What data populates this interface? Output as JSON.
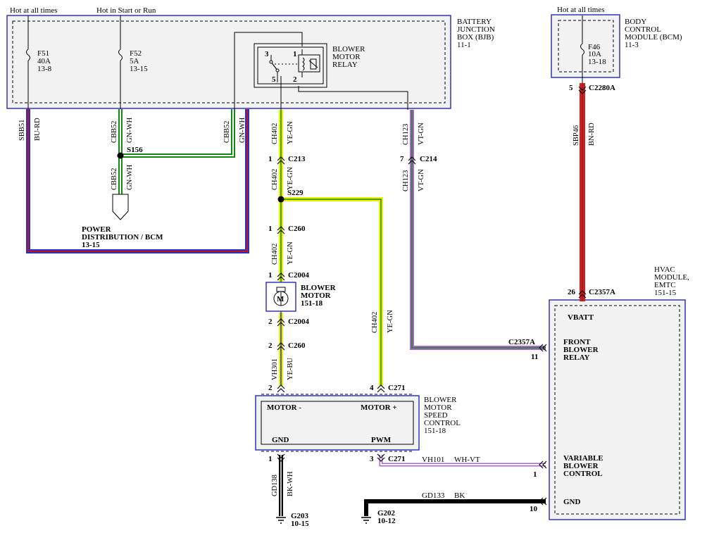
{
  "supplies": {
    "hot_at_all_times_1": "Hot at all times",
    "hot_in_start_or_run": "Hot in Start or Run",
    "hot_at_all_times_2": "Hot at all times"
  },
  "bjb": {
    "title_1": "BATTERY",
    "title_2": "JUNCTION",
    "title_3": "BOX (BJB)",
    "ref": "11-1",
    "fuse_f51": {
      "name": "F51",
      "rating": "40A",
      "ref": "13-8"
    },
    "fuse_f52": {
      "name": "F52",
      "rating": "5A",
      "ref": "13-15"
    }
  },
  "relay": {
    "title_1": "BLOWER",
    "title_2": "MOTOR",
    "title_3": "RELAY",
    "pin1": "1",
    "pin2": "2",
    "pin3": "3",
    "pin5": "5"
  },
  "bcm": {
    "title_1": "BODY",
    "title_2": "CONTROL",
    "title_3": "MODULE (BCM)",
    "ref": "11-3",
    "fuse_f46": {
      "name": "F46",
      "rating": "10A",
      "ref": "13-18"
    }
  },
  "wires": {
    "sbb51": "SBB51",
    "bu_rd": "BU-RD",
    "cbb52_a": "CBB52",
    "gn_wh_a": "GN-WH",
    "cbb52_b": "CBB52",
    "gn_wh_b": "GN-WH",
    "cbb52_c": "CBB52",
    "gn_wh_c": "GN-WH",
    "s156": "S156",
    "ch402_a": "CH402",
    "ye_gn_a": "YE-GN",
    "ch402_b": "CH402",
    "ye_gn_b": "YE-GN",
    "ch402_c": "CH402",
    "ye_gn_c": "YE-GN",
    "ch402_d": "CH402",
    "ye_gn_d": "YE-GN",
    "s229": "S229",
    "ch123_a": "CH123",
    "vt_gn_a": "VT-GN",
    "ch123_b": "CH123",
    "vt_gn_b": "VT-GN",
    "sbp46": "SBP46",
    "bn_rd": "BN-RD",
    "vh301": "VH301",
    "ye_bu": "YE-BU",
    "gd138": "GD138",
    "bk_wh": "BK-WH",
    "vh101": "VH101",
    "wh_vt": "WH-VT",
    "gd133": "GD133",
    "bk": "BK"
  },
  "connectors": {
    "c213_pin": "1",
    "c213": "C213",
    "c214_pin": "7",
    "c214": "C214",
    "c260a_pin": "1",
    "c260a": "C260",
    "c2004a_pin": "1",
    "c2004a": "C2004",
    "c2004b_pin": "2",
    "c2004b": "C2004",
    "c260b_pin": "2",
    "c260b": "C260",
    "c271a_pin2": "2",
    "c271a_pin4": "4",
    "c271a": "C271",
    "c271b_pin1": "1",
    "c271b_pin3": "3",
    "c271b": "C271",
    "c2280a_pin": "5",
    "c2280a": "C2280A",
    "c2357a_top_pin": "26",
    "c2357a_top": "C2357A",
    "c2357a_mid": "C2357A",
    "c2357a_mid_pin": "11",
    "vbc_pin": "1",
    "gnd_pin": "10"
  },
  "power_dist": {
    "line1": "POWER",
    "line2": "DISTRIBUTION / BCM",
    "ref": "13-15"
  },
  "blower_motor": {
    "line1": "BLOWER",
    "line2": "MOTOR",
    "ref": "151-18",
    "symbol": "M"
  },
  "speed_control": {
    "title_1": "BLOWER",
    "title_2": "MOTOR",
    "title_3": "SPEED",
    "title_4": "CONTROL",
    "ref": "151-18",
    "motor_minus": "MOTOR -",
    "motor_plus": "MOTOR +",
    "gnd": "GND",
    "pwm": "PWM"
  },
  "hvac": {
    "title_1": "HVAC",
    "title_2": "MODULE,",
    "title_3": "EMTC",
    "ref": "151-15",
    "vbatt": "VBATT",
    "front_1": "FRONT",
    "front_2": "BLOWER",
    "front_3": "RELAY",
    "var_1": "VARIABLE",
    "var_2": "BLOWER",
    "var_3": "CONTROL",
    "gnd": "GND"
  },
  "grounds": {
    "g203": "G203",
    "g203_ref": "10-15",
    "g202": "G202",
    "g202_ref": "10-12"
  },
  "colors": {
    "module_border": "#3333bb",
    "module_fill": "#f2f2f2",
    "blue": "#2233cc",
    "red": "#cc1111",
    "green": "#118811",
    "yellow": "#eeee00",
    "violet": "#aa66cc",
    "brown_red": "#cc2222",
    "white": "#ffffff",
    "black": "#000000"
  }
}
